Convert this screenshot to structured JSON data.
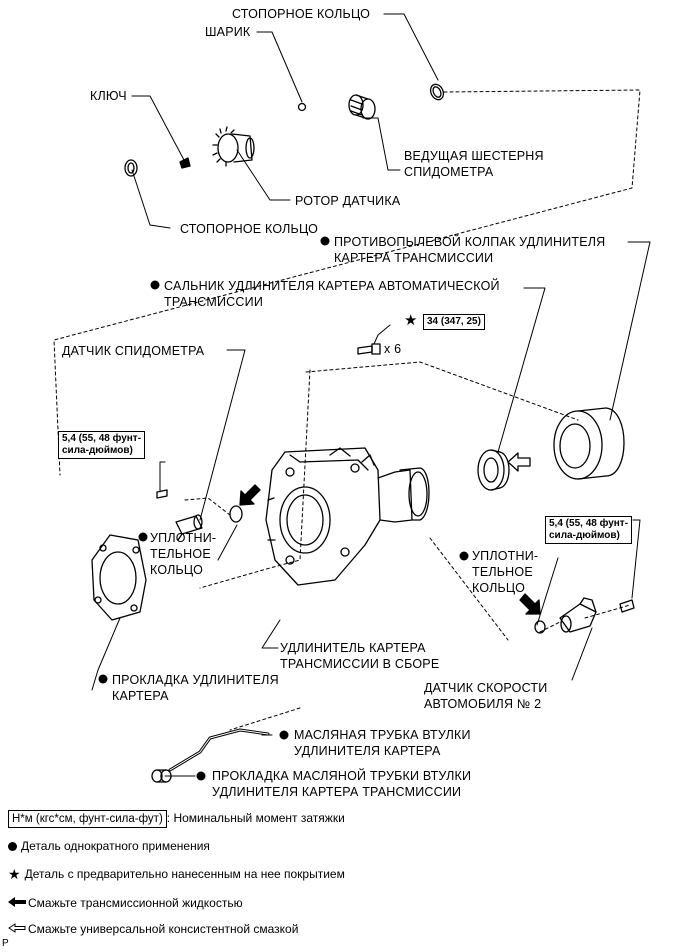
{
  "labels": {
    "snap_ring_top": "СТОПОРНОЕ КОЛЬЦО",
    "ball": "ШАРИК",
    "key": "КЛЮЧ",
    "drive_gear": "ВЕДУЩАЯ ШЕСТЕРНЯ\nСПИДОМЕТРА",
    "sensor_rotor": "РОТОР ДАТЧИКА",
    "snap_ring_bottom": "СТОПОРНОЕ КОЛЬЦО",
    "dust_deflector": "ПРОТИВОПЫЛЕВОЙ КОЛПАК УДЛИНИТЕЛЯ\nКАРТЕРА ТРАНСМИССИИ",
    "oil_seal": "САЛЬНИК УДЛИНИТЕЛЯ КАРТЕРА АВТОМАТИЧЕСКОЙ\nТРАНСМИССИИ",
    "speedo_sensor": "ДАТЧИК СПИДОМЕТРА",
    "o_ring_left": "УПЛОТНИ-\nТЕЛЬНОЕ\nКОЛЬЦО",
    "o_ring_right": "УПЛОТНИ-\nТЕЛЬНОЕ\nКОЛЬЦО",
    "extension_assy": "УДЛИНИТЕЛЬ КАРТЕРА\nТРАНСМИССИИ В СБОРЕ",
    "gasket": "ПРОКЛАДКА УДЛИНИТЕЛЯ\nКАРТЕРА",
    "speed_sensor": "ДАТЧИК СКОРОСТИ\nАВТОМОБИЛЯ № 2",
    "oil_pipe": "МАСЛЯНАЯ ТРУБКА ВТУЛКИ\nУДЛИНИТЕЛЯ КАРТЕРА",
    "oil_pipe_gasket": "ПРОКЛАДКА МАСЛЯНОЙ ТРУБКИ ВТУЛКИ\nУДЛИНИТЕЛЯ КАРТЕРА ТРАНСМИССИИ",
    "bolt_count": "x 6",
    "corner_mark": "P"
  },
  "torques": {
    "bolts": "34 (347, 25)",
    "left_sensor": "5,4 (55, 48 фунт-\nсила-дюймов)",
    "right_sensor": "5,4 (55, 48 фунт-\nсила-дюймов)"
  },
  "legend": {
    "torque_unit": "Н*м (кгс*см, фунт-сила-фут)",
    "torque_text": ": Номинальный момент затяжки",
    "non_reusable": "Деталь однократного применения",
    "precoated": "Деталь с предварительно нанесенным на нее покрытием",
    "atf": "Смажьте трансмиссионной жидкостью",
    "grease": "Смажьте универсальной консистентной смазкой"
  },
  "colors": {
    "ink": "#000000",
    "paper": "#ffffff"
  }
}
